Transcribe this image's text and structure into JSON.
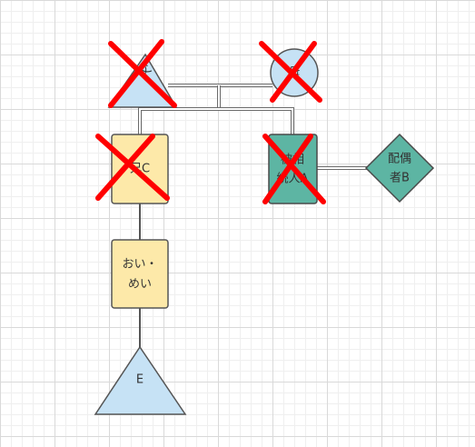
{
  "diagram": {
    "colors": {
      "male_fill": "#c6e2f5",
      "male_stroke": "#555555",
      "box_fill": "#fde9a9",
      "box_stroke": "#555555",
      "teal_fill": "#5db5a3",
      "teal_stroke": "#4a4a4a",
      "cross": "#ff0000"
    },
    "nodes": {
      "father": {
        "label": "父",
        "shape": "triangle",
        "deceased": true
      },
      "mother": {
        "label": "母",
        "shape": "circle",
        "deceased": true
      },
      "brother": {
        "label": "兄C",
        "shape": "rectangle",
        "deceased": true
      },
      "decedent": {
        "line1": "被相",
        "line2": "続人A",
        "shape": "rectangle",
        "deceased": true
      },
      "spouse": {
        "line1": "配偶",
        "line2": "者B",
        "shape": "diamond",
        "deceased": false
      },
      "nephew": {
        "line1": "おい・",
        "line2": "めい",
        "shape": "rectangle",
        "deceased": false
      },
      "heir_e": {
        "label": "E",
        "shape": "triangle",
        "deceased": false
      }
    }
  }
}
